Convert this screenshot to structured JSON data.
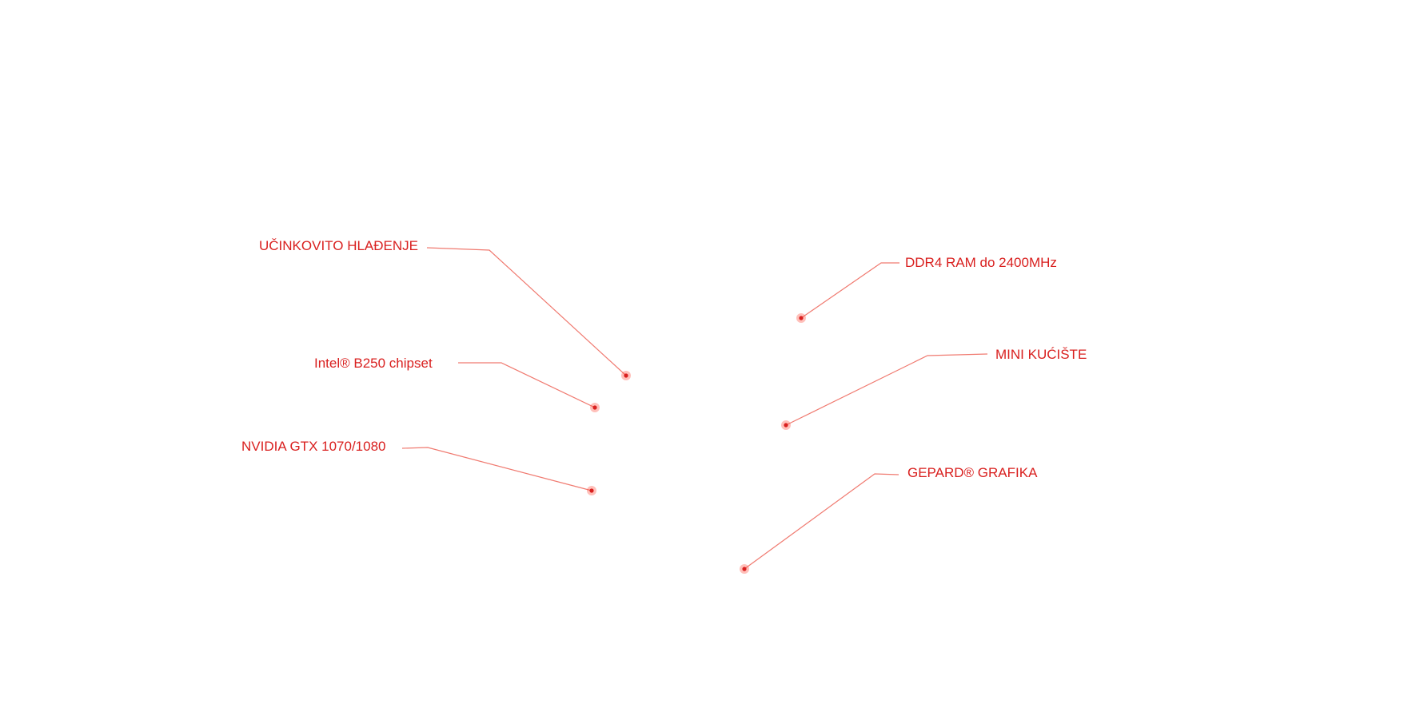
{
  "theme": {
    "accent": "#d9201f",
    "line": "#f07a70",
    "glow": "#ff4a3a"
  },
  "callouts": [
    {
      "id": "cooling",
      "label": "UČINKOVITO HLAĐENJE"
    },
    {
      "id": "ram",
      "label": "DDR4 RAM do 2400MHz"
    },
    {
      "id": "chipset",
      "label": "Intel® B250 chipset"
    },
    {
      "id": "case",
      "label": "MINI KUĆIŠTE"
    },
    {
      "id": "gpu",
      "label": "NVIDIA GTX 1070/1080"
    },
    {
      "id": "graphics",
      "label": "GEPARD® GRAFIKA"
    }
  ]
}
